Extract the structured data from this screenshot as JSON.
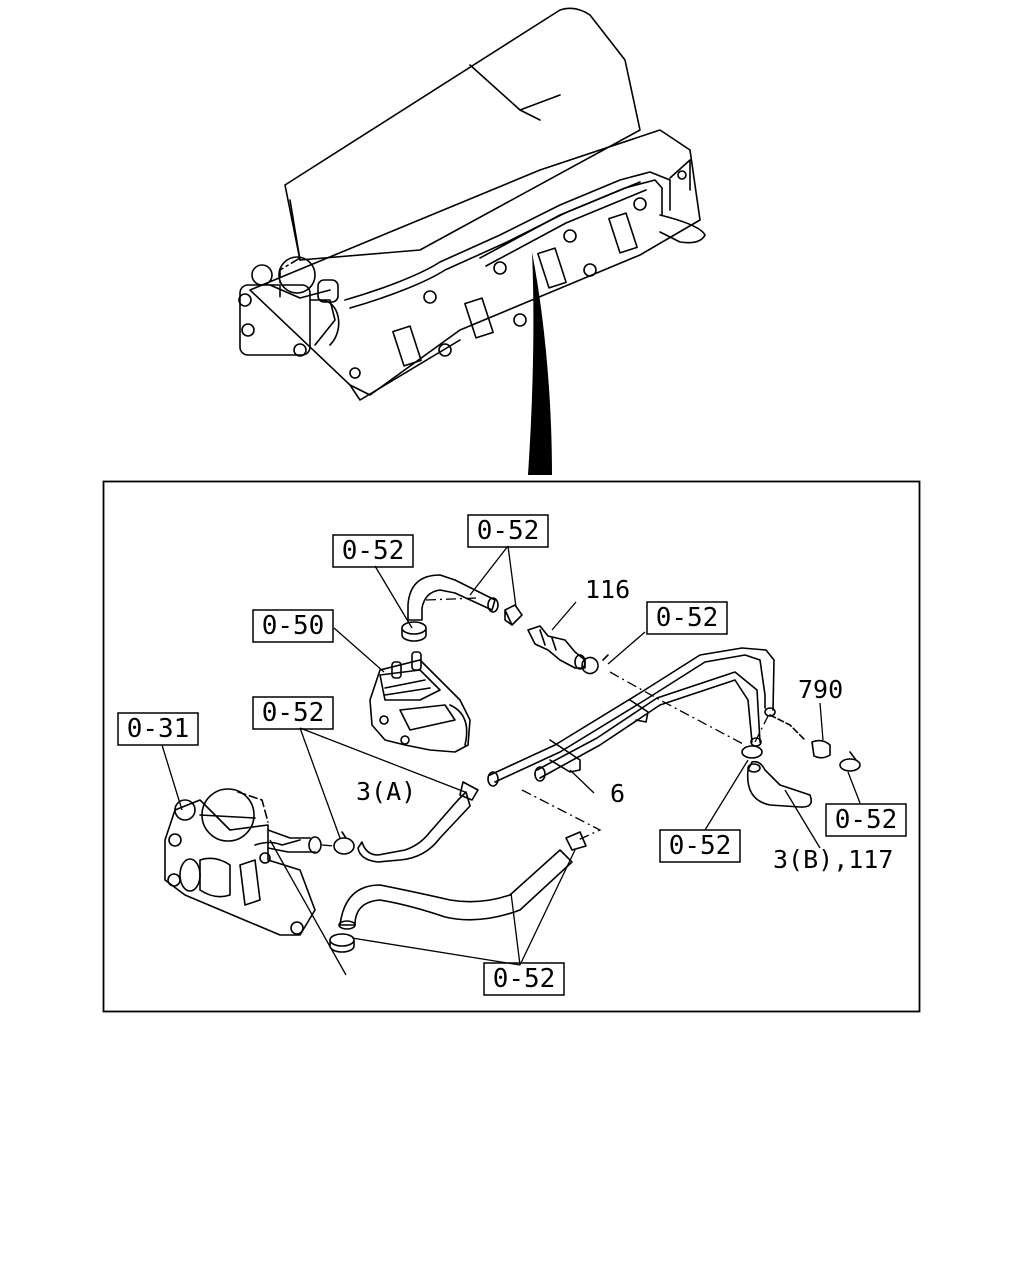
{
  "diagram": {
    "callouts": {
      "c052_a": "0-52",
      "c052_b": "0-52",
      "c050": "0-50",
      "c052_c": "0-52",
      "c052_d": "0-52",
      "c031": "0-31",
      "c052_e": "0-52",
      "c052_f": "0-52",
      "c052_g": "0-52"
    },
    "parts": {
      "p116": "116",
      "p790": "790",
      "p3a": "3(A)",
      "p6": "6",
      "p3b": "3(B),117"
    }
  }
}
